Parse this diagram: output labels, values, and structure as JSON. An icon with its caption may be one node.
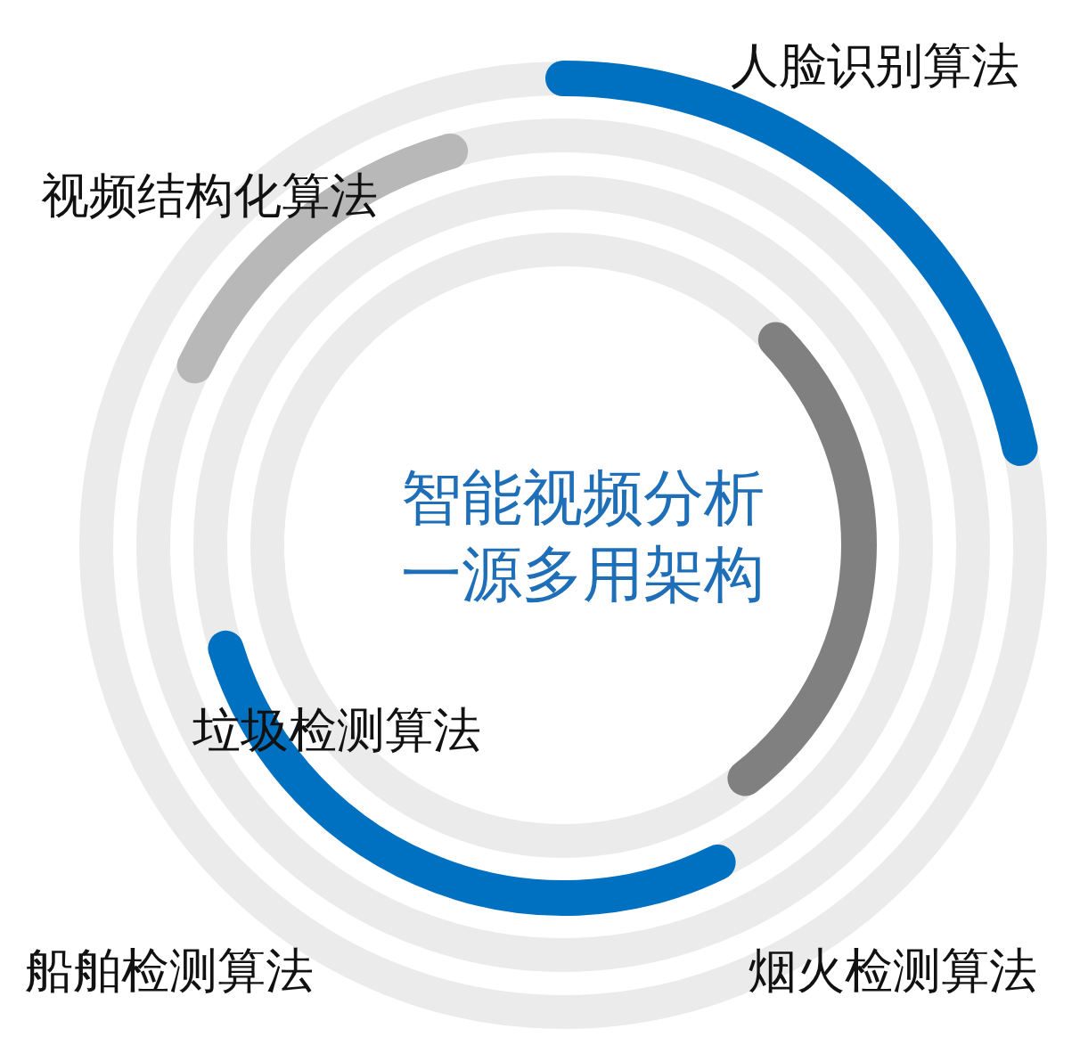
{
  "diagram": {
    "title": "智能视频分析一源多用架构",
    "labels": [
      "人脸识别算法",
      "视频结构化算法",
      "垃圾检测算法",
      "船舶检测算法",
      "烟火检测算法"
    ]
  }
}
